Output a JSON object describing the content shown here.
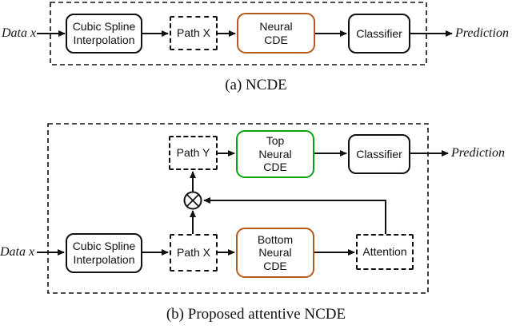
{
  "colors": {
    "ink": "#111111",
    "neural_cde_accent": "#b45a1b",
    "top_neural_cde_accent": "#0aa312"
  },
  "figure_a": {
    "caption": "(a) NCDE",
    "input_label": "Data x",
    "output_label": "Prediction",
    "nodes": {
      "interpolation": "Cubic Spline\nInterpolation",
      "path_x": "Path X",
      "neural_cde": "Neural\nCDE",
      "classifier": "Classifier"
    }
  },
  "figure_b": {
    "caption": "(b) Proposed attentive NCDE",
    "input_label": "Data x",
    "output_label": "Prediction",
    "nodes": {
      "interpolation": "Cubic Spline\nInterpolation",
      "path_x": "Path X",
      "path_y": "Path Y",
      "top_neural_cde": "Top\nNeural\nCDE",
      "bottom_neural_cde": "Bottom\nNeural\nCDE",
      "classifier": "Classifier",
      "attention": "Attention",
      "multiply_symbol": "⊗"
    }
  }
}
